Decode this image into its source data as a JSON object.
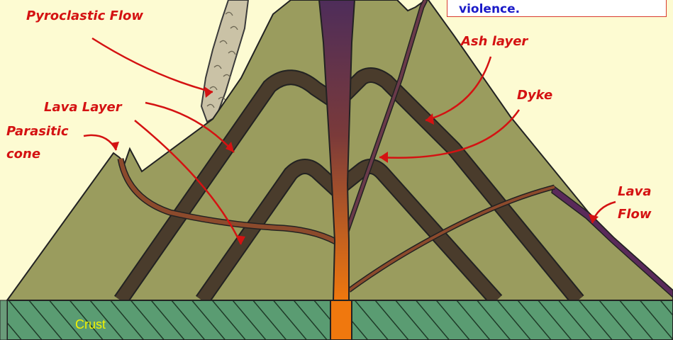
{
  "note": {
    "text": "violence."
  },
  "labels": {
    "pyroclastic_flow": "Pyroclastic Flow",
    "ash_layer": "Ash layer",
    "lava_layer": "Lava Layer",
    "dyke": "Dyke",
    "parasitic_cone_line1": "Parasitic",
    "parasitic_cone_line2": "cone",
    "lava_flow_line1": "Lava",
    "lava_flow_line2": "Flow",
    "crust": "Crust"
  },
  "colors": {
    "background": "#fdfbd2",
    "volcano_body": "#9a9c5e",
    "layer_band": "#4a3c2c",
    "crust_fill": "#5a9c72",
    "crust_hatch": "#1e3a28",
    "magma_top": "#4e2d5a",
    "magma_bottom": "#f0780e",
    "dyke": "#7a3a2c",
    "label_red": "#d41212",
    "note_blue": "#1a1ac8",
    "crust_label": "#f2f200",
    "ash_cloud": "#cac2a6"
  }
}
